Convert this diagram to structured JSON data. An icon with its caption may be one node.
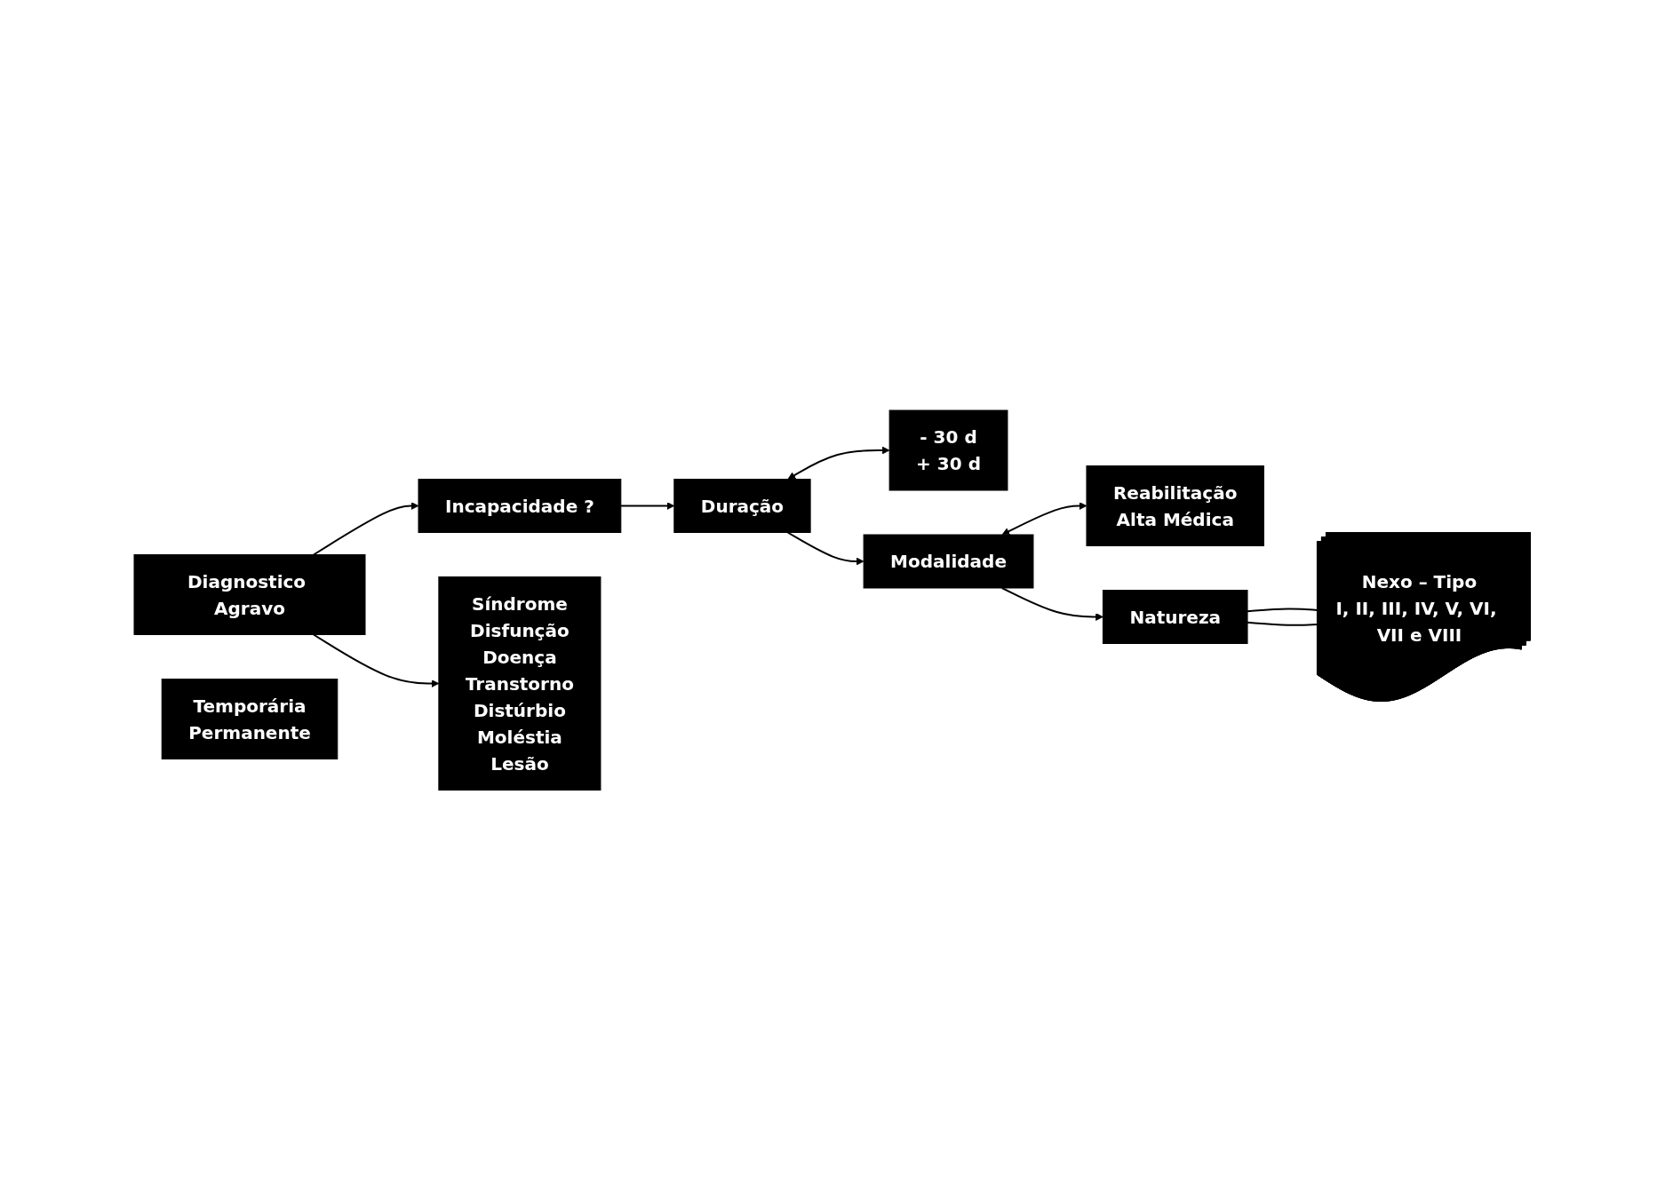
{
  "diagram": {
    "nodes": [
      {
        "text": [
          "Diagnostico Agravo"
        ]
      },
      {
        "text": [
          "Incapacidade ?"
        ]
      },
      {
        "text": [
          "Duração"
        ]
      },
      {
        "text": [
          "- 30 d",
          "+ 30 d"
        ]
      },
      {
        "text": [
          "Temporária",
          "Permanente"
        ]
      },
      {
        "text": [
          "Reabilitação",
          "Alta Médica"
        ]
      },
      {
        "text": [
          "Modalidade"
        ]
      },
      {
        "text": [
          "Natureza"
        ]
      },
      {
        "text": [
          "Nexo – Tipo",
          "I, II, III, IV, V, VI, VII e VIII"
        ]
      },
      {
        "text": [
          "Síndrome",
          "Disfunção",
          "Doença",
          "Transtorno",
          "Distúrbio",
          "Moléstia",
          "Lesão"
        ]
      }
    ],
    "edges": [
      {
        "from": 0,
        "to": 1,
        "arrow": "to"
      },
      {
        "from": 0,
        "to": 9,
        "arrow": "to"
      },
      {
        "from": 1,
        "to": 2,
        "arrow": "to"
      },
      {
        "from": 2,
        "to": 3,
        "arrow": "both"
      },
      {
        "from": 2,
        "to": 6,
        "arrow": "to"
      },
      {
        "from": 6,
        "to": 5,
        "arrow": "both"
      },
      {
        "from": 6,
        "to": 7,
        "arrow": "to"
      },
      {
        "from": 7,
        "to": 8,
        "arrow": "none"
      },
      {
        "from": 7,
        "to": 8,
        "arrow": "none"
      }
    ]
  }
}
